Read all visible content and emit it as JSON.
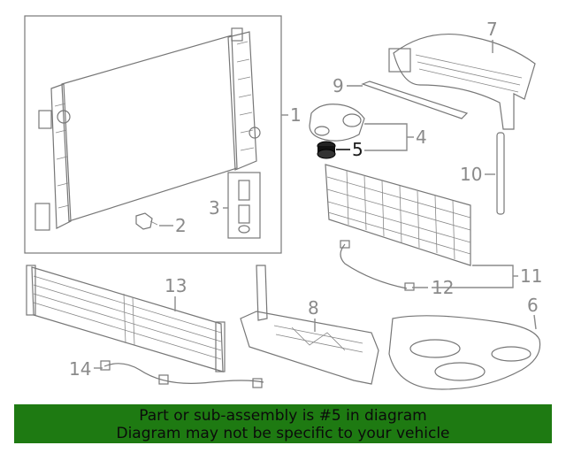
{
  "callouts": {
    "c1": "1",
    "c2": "2",
    "c3": "3",
    "c4": "4",
    "c5": "5",
    "c6": "6",
    "c7": "7",
    "c8": "8",
    "c9": "9",
    "c10": "10",
    "c11": "11",
    "c12": "12",
    "c13": "13",
    "c14": "14"
  },
  "highlighted_callout": "5",
  "banner": {
    "line1": "Part or sub-assembly is #5 in diagram",
    "line2": "Diagram may not be specific to your vehicle"
  },
  "colors": {
    "banner_bg": "#1e7a12",
    "banner_text": "#0b0b0b",
    "linework": "#777777",
    "callout_text": "#8a8a8a",
    "highlight_text": "#1a1a1a"
  }
}
